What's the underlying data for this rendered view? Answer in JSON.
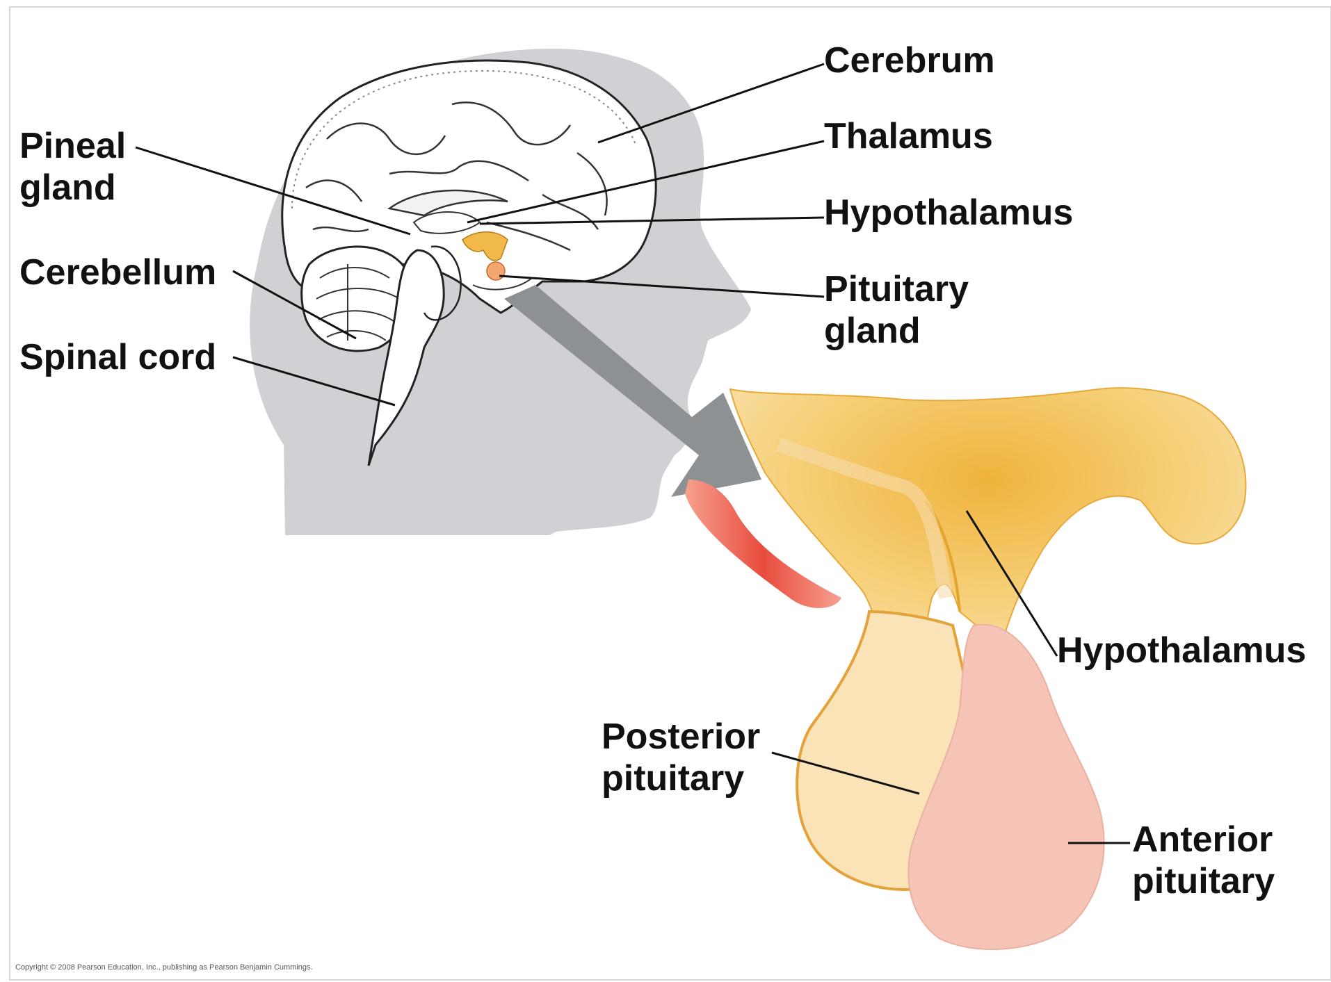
{
  "labels": {
    "cerebrum": "Cerebrum",
    "thalamus": "Thalamus",
    "hypothalamus_top": "Hypothalamus",
    "pituitary_gland": [
      "Pituitary",
      "gland"
    ],
    "pineal_gland": [
      "Pineal",
      "gland"
    ],
    "cerebellum": "Cerebellum",
    "spinal_cord": "Spinal cord",
    "hypothalamus_detail": "Hypothalamus",
    "posterior_pituitary": [
      "Posterior",
      "pituitary"
    ],
    "anterior_pituitary": [
      "Anterior",
      "pituitary"
    ]
  },
  "copyright": "Copyright © 2008 Pearson Education, Inc., publishing as Pearson Benjamin Cummings.",
  "colors": {
    "head_silhouette": "#cfd1d4",
    "arrow": "#8e9194",
    "hypothalamus": "#f1b84a",
    "posterior_pituitary": "#fbe3b8",
    "anterior_pituitary": "#f6c4b6",
    "vessel_red": "#ec5a4a"
  }
}
